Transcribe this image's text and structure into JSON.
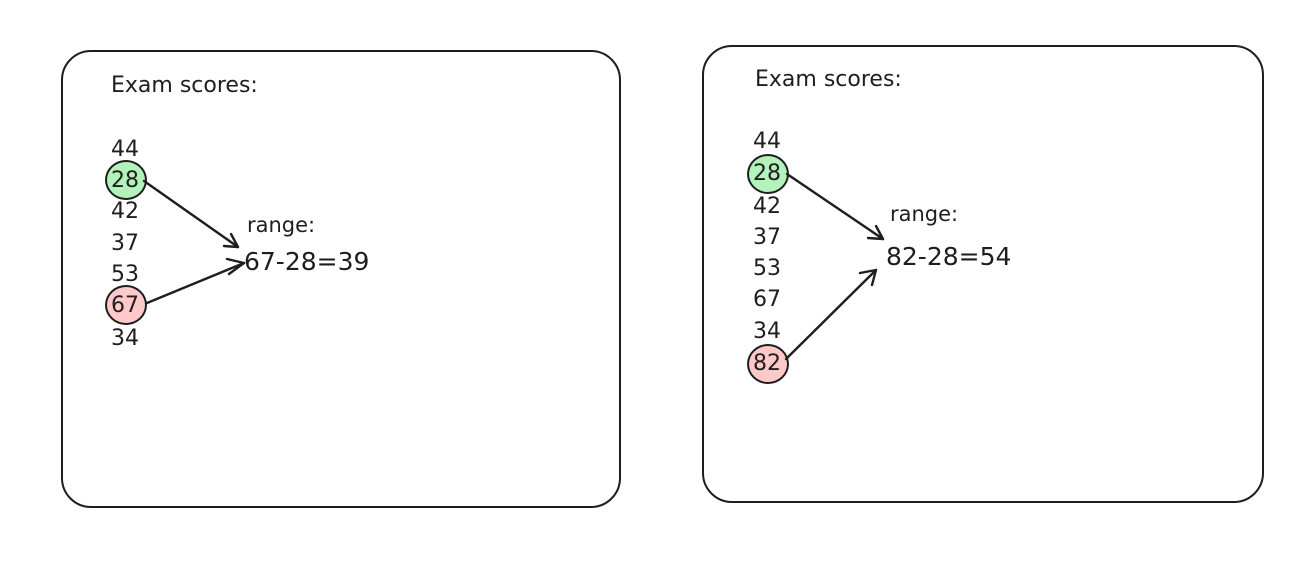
{
  "panels": [
    {
      "title": "Exam scores:",
      "scores": [
        "44",
        "28",
        "42",
        "37",
        "53",
        "67",
        "34"
      ],
      "min_score": "28",
      "max_score": "67",
      "range_label": "range:",
      "range_expression": "67-28=39"
    },
    {
      "title": "Exam scores:",
      "scores": [
        "44",
        "28",
        "42",
        "37",
        "53",
        "67",
        "34",
        "82"
      ],
      "min_score": "28",
      "max_score": "82",
      "range_label": "range:",
      "range_expression": "82-28=54"
    }
  ],
  "colors": {
    "min_highlight": "#b2f2bb",
    "max_highlight": "#ffc9c9",
    "stroke": "#1e1e1e"
  }
}
